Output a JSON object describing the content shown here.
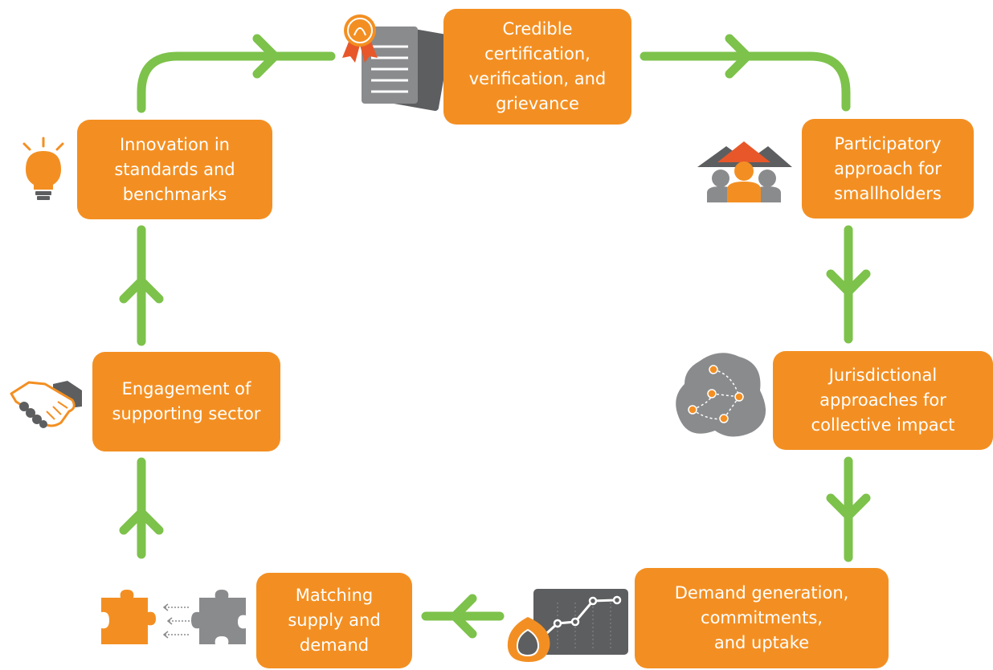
{
  "steps": {
    "certification": "Credible\ncertification,\nverification, and\ngrievance",
    "smallholders": "Participatory\napproach for\nsmallholders",
    "jurisdictional": "Jurisdictional\napproaches for\ncollective impact",
    "demand": "Demand generation,\ncommitments,\nand uptake",
    "matching": "Matching\nsupply and\ndemand",
    "engagement": "Engagement of\nsupporting sector",
    "innovation": "Innovation in\nstandards and\nbenchmarks"
  },
  "icons": {
    "certification": "certificate-document-icon",
    "smallholders": "farmer-group-icon",
    "jurisdictional": "landscape-map-icon",
    "demand": "growth-chart-palm-fruit-icon",
    "matching": "puzzle-pieces-icon",
    "engagement": "handshake-icon",
    "innovation": "lightbulb-icon"
  },
  "colors": {
    "box": "#f38f22",
    "arrow": "#7dc24b",
    "icon_gray": "#5d5e60",
    "icon_gray_light": "#8a8b8d"
  }
}
